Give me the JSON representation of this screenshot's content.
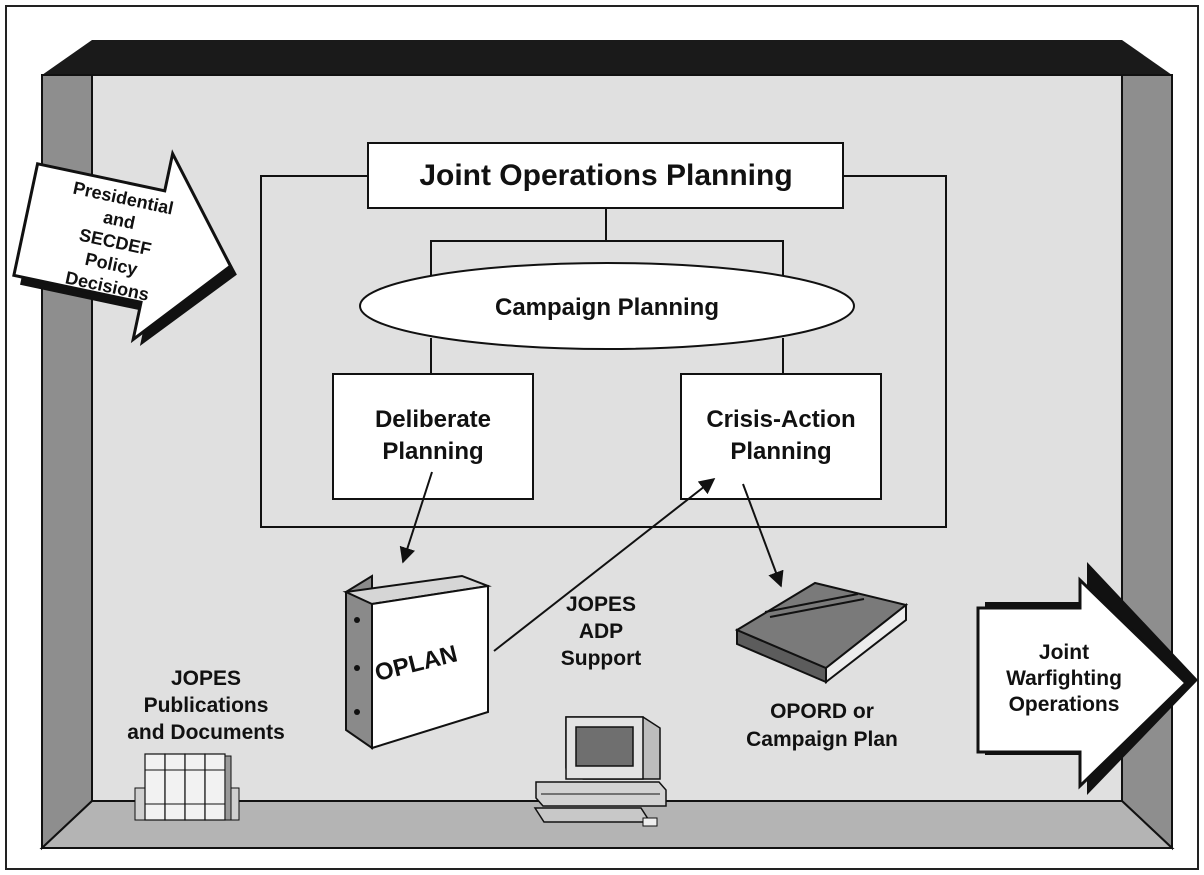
{
  "title": "Joint Operations Planning",
  "campaign": "Campaign Planning",
  "deliberate": [
    "Deliberate",
    "Planning"
  ],
  "crisis": [
    "Crisis-Action",
    "Planning"
  ],
  "input_arrow": [
    "Presidential",
    "and",
    "SECDEF",
    "Policy",
    "Decisions"
  ],
  "output_arrow": [
    "Joint",
    "Warfighting",
    "Operations"
  ],
  "oplan": "OPLAN",
  "jopes_adp": [
    "JOPES",
    "ADP",
    "Support"
  ],
  "jopes_pubs": [
    "JOPES",
    "Publications",
    "and Documents"
  ],
  "opord": [
    "OPORD or",
    "Campaign Plan"
  ],
  "colors": {
    "room_back": "#e0e0e0",
    "room_side": "#8e8e8e",
    "room_top": "#1a1a1a",
    "room_floor": "#b4b4b4",
    "box_fill": "#ffffff",
    "line": "#111111"
  }
}
